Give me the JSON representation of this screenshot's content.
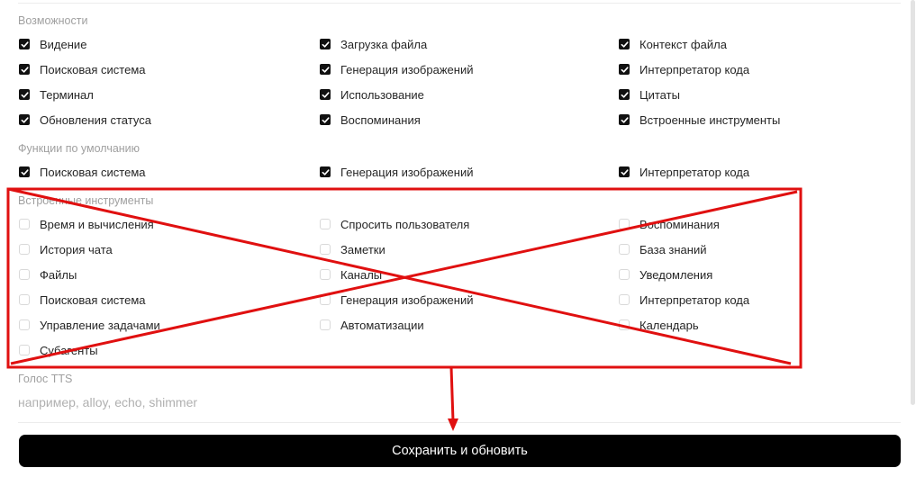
{
  "sections": {
    "capabilities": {
      "label": "Возможности",
      "items": [
        {
          "label": "Видение",
          "checked": true
        },
        {
          "label": "Загрузка файла",
          "checked": true
        },
        {
          "label": "Контекст файла",
          "checked": true
        },
        {
          "label": "Поисковая система",
          "checked": true
        },
        {
          "label": "Генерация изображений",
          "checked": true
        },
        {
          "label": "Интерпретатор кода",
          "checked": true
        },
        {
          "label": "Терминал",
          "checked": true
        },
        {
          "label": "Использование",
          "checked": true
        },
        {
          "label": "Цитаты",
          "checked": true
        },
        {
          "label": "Обновления статуса",
          "checked": true
        },
        {
          "label": "Воспоминания",
          "checked": true
        },
        {
          "label": "Встроенные инструменты",
          "checked": true
        }
      ]
    },
    "default_features": {
      "label": "Функции по умолчанию",
      "items": [
        {
          "label": "Поисковая система",
          "checked": true
        },
        {
          "label": "Генерация изображений",
          "checked": true
        },
        {
          "label": "Интерпретатор кода",
          "checked": true
        }
      ]
    },
    "builtin_tools": {
      "label": "Встроенные инструменты",
      "items": [
        {
          "label": "Время и вычисления",
          "checked": false
        },
        {
          "label": "Спросить пользователя",
          "checked": false
        },
        {
          "label": "Воспоминания",
          "checked": false
        },
        {
          "label": "История чата",
          "checked": false
        },
        {
          "label": "Заметки",
          "checked": false
        },
        {
          "label": "База знаний",
          "checked": false
        },
        {
          "label": "Файлы",
          "checked": false
        },
        {
          "label": "Каналы",
          "checked": false
        },
        {
          "label": "Уведомления",
          "checked": false
        },
        {
          "label": "Поисковая система",
          "checked": false
        },
        {
          "label": "Генерация изображений",
          "checked": false
        },
        {
          "label": "Интерпретатор кода",
          "checked": false
        },
        {
          "label": "Управление задачами",
          "checked": false
        },
        {
          "label": "Автоматизации",
          "checked": false
        },
        {
          "label": "Календарь",
          "checked": false
        },
        {
          "label": "Субагенты",
          "checked": false
        }
      ]
    }
  },
  "tts": {
    "label": "Голос TTS",
    "value": "",
    "placeholder": "например, alloy, echo, shimmer"
  },
  "save_button_label": "Сохранить и обновить",
  "colors": {
    "annotation": "#e01010",
    "button": "#000000",
    "checkbox_checked": "#111111",
    "section_label": "#a0a0a0"
  }
}
